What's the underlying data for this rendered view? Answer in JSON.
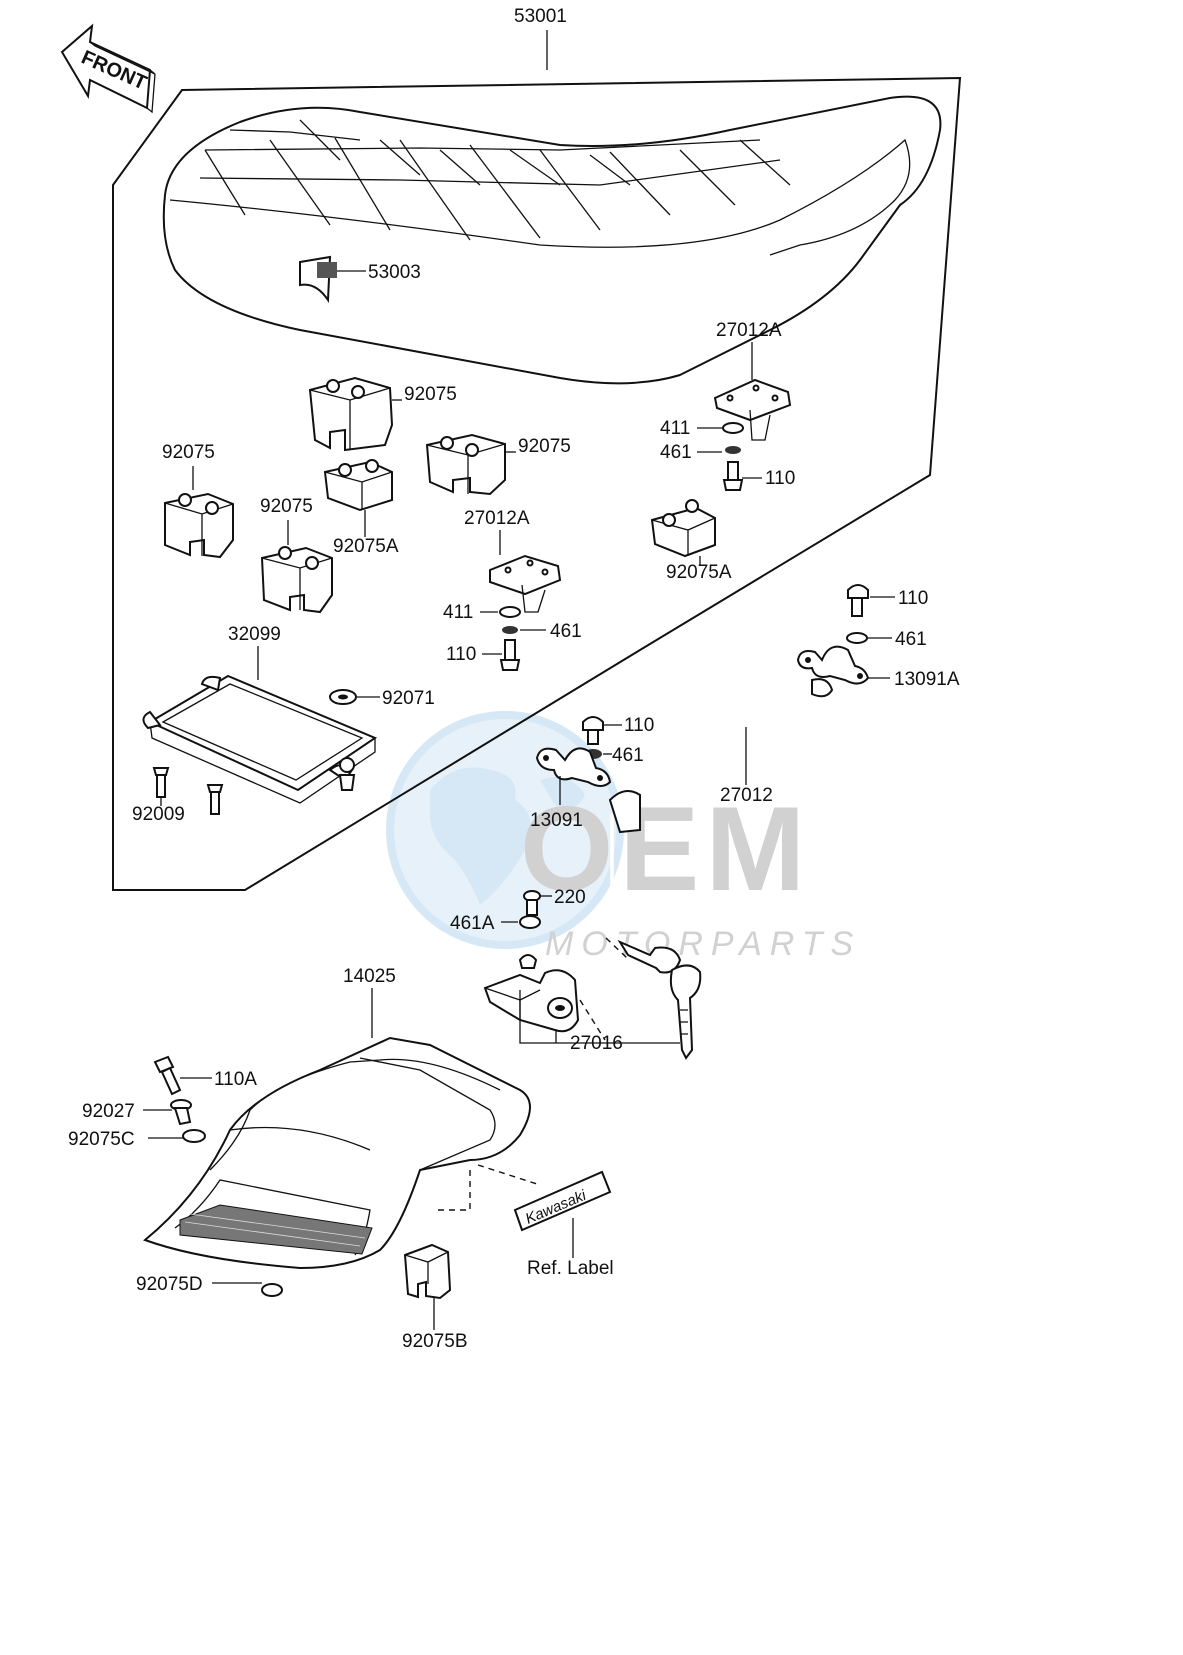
{
  "watermark": {
    "brand": "OEM",
    "tagline": "MOTORPARTS",
    "color_light": "#cfe4f4",
    "color_gray": "#c9c9c9"
  },
  "front_arrow": {
    "label": "FRONT",
    "icon": "front-direction-arrow-icon"
  },
  "callouts": {
    "c53001": "53001",
    "c53003": "53003",
    "c27012A_upper": "27012A",
    "c411_upper": "411",
    "c461_upper": "461",
    "c110_upper": "110",
    "c92075_a": "92075",
    "c92075_b": "92075",
    "c92075_c": "92075",
    "c92075_d": "92075",
    "c92075A_left": "92075A",
    "c27012A_lower": "27012A",
    "c92075A_right": "92075A",
    "c411_lower": "411",
    "c461_lower": "461",
    "c110_lower": "110",
    "c32099": "32099",
    "c92071": "92071",
    "c92009": "92009",
    "c110_right": "110",
    "c461_right": "461",
    "c13091A": "13091A",
    "c110_mid": "110",
    "c461_mid": "461",
    "c27012": "27012",
    "c13091": "13091",
    "c220": "220",
    "c461A": "461A",
    "c14025": "14025",
    "c27016": "27016",
    "c110A": "110A",
    "c92027": "92027",
    "c92075C": "92075C",
    "c92075D": "92075D",
    "c92075B": "92075B",
    "ref_label": "Ref.  Label",
    "kawasaki_label": "Kawasaki"
  }
}
